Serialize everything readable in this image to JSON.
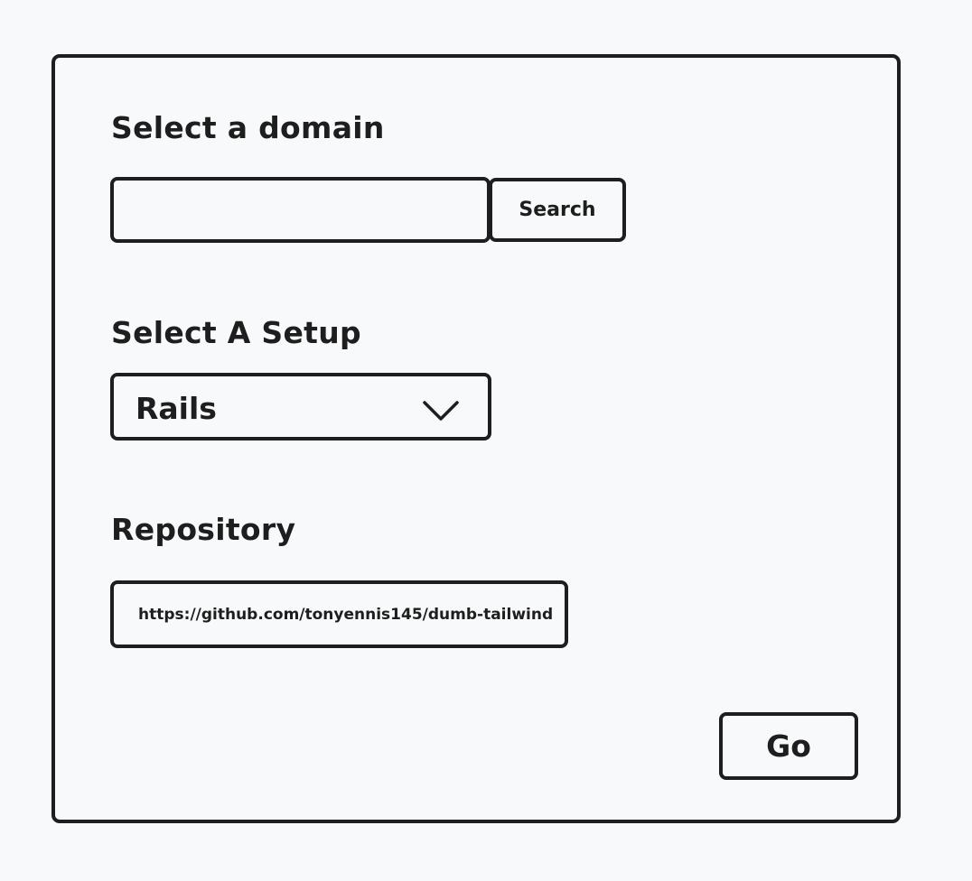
{
  "domain": {
    "label": "Select a domain",
    "input_value": "",
    "input_placeholder": "",
    "search_label": "Search"
  },
  "setup": {
    "label": "Select A Setup",
    "selected": "Rails",
    "icon": "chevron-down-icon"
  },
  "repository": {
    "label": "Repository",
    "value": "https://github.com/tonyennis145/dumb-tailwind"
  },
  "actions": {
    "go_label": "Go"
  },
  "colors": {
    "background": "#f8f9fa",
    "stroke": "#1e1e1e"
  }
}
